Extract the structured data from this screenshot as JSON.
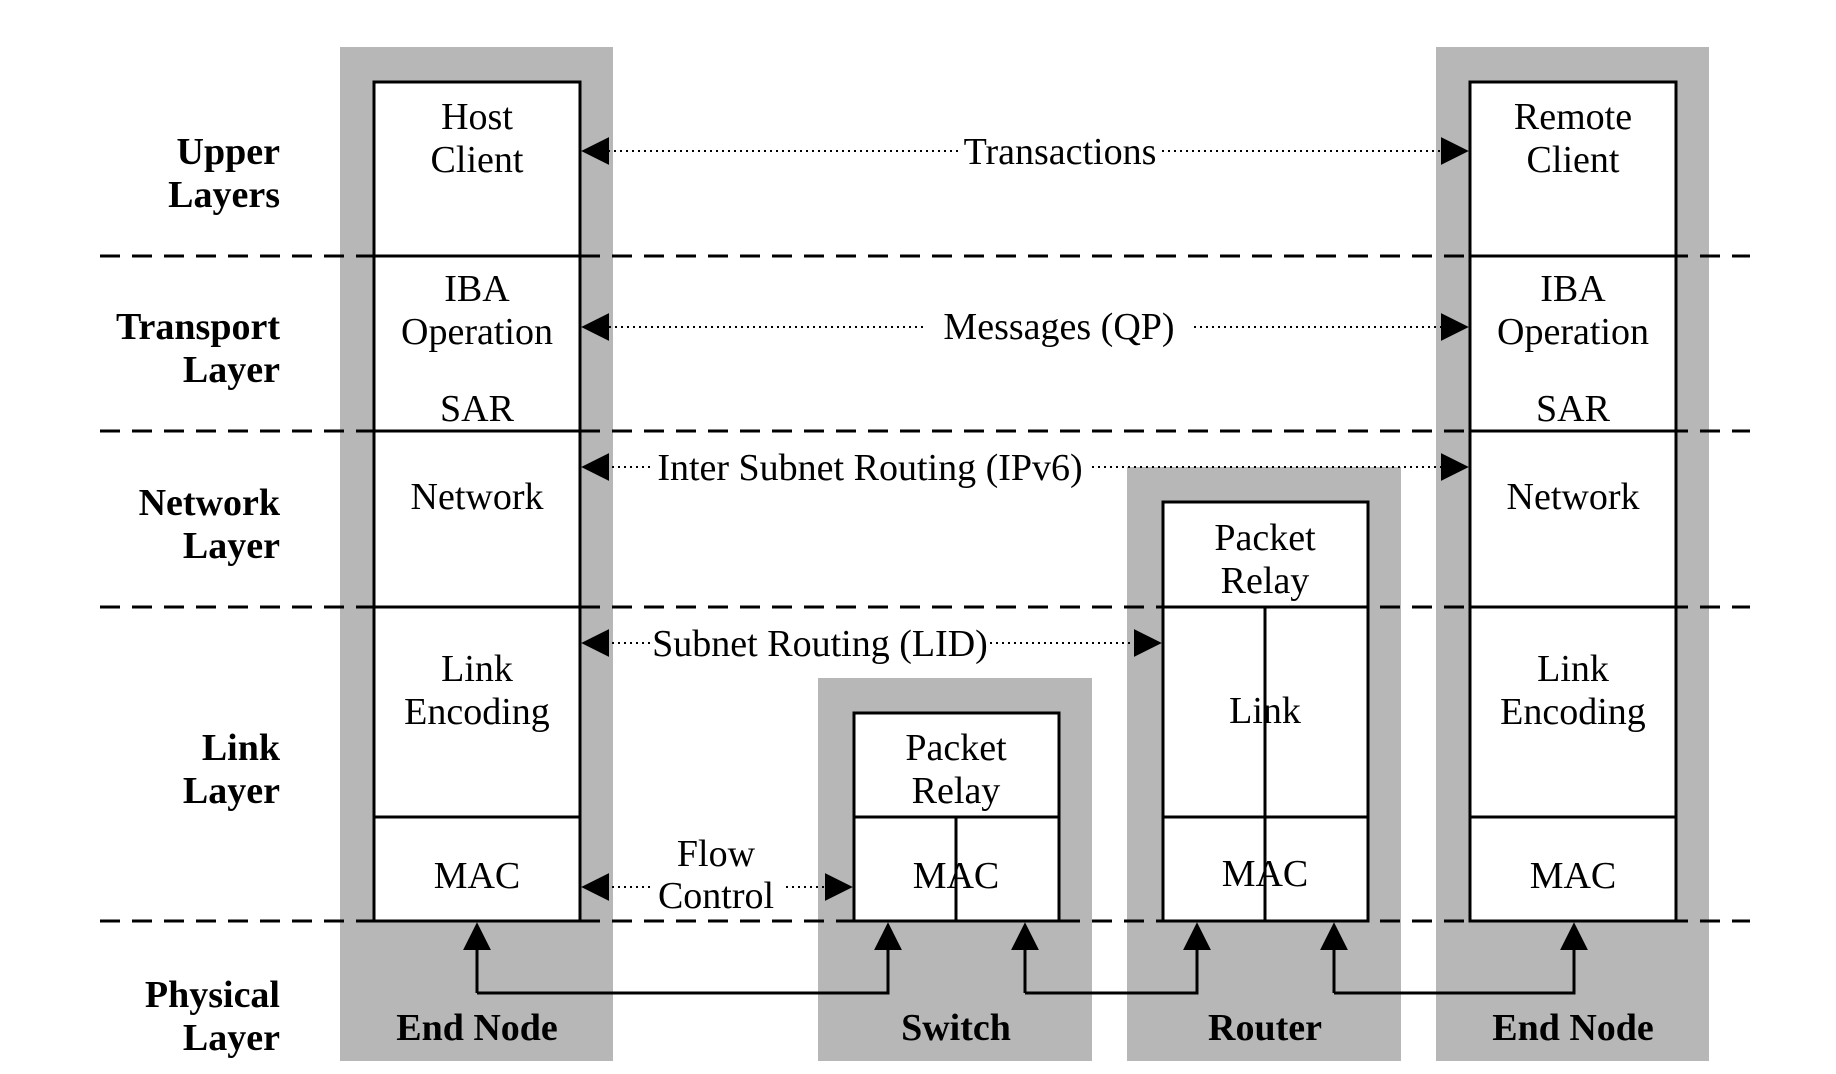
{
  "layers": {
    "upper": [
      "Upper",
      "Layers"
    ],
    "transport": [
      "Transport",
      "Layer"
    ],
    "network": [
      "Network",
      "Layer"
    ],
    "link": [
      "Link",
      "Layer"
    ],
    "physical": [
      "Physical",
      "Layer"
    ]
  },
  "nodes": {
    "end_node_left": {
      "label": "End Node",
      "client": [
        "Host",
        "Client"
      ],
      "iba": [
        "IBA",
        "Operation"
      ],
      "sar": "SAR",
      "network": "Network",
      "link_encoding": [
        "Link",
        "Encoding"
      ],
      "mac": "MAC"
    },
    "switch": {
      "label": "Switch",
      "packet_relay": [
        "Packet",
        "Relay"
      ],
      "mac": "MAC"
    },
    "router": {
      "label": "Router",
      "packet_relay": [
        "Packet",
        "Relay"
      ],
      "link": "Link",
      "mac": "MAC"
    },
    "end_node_right": {
      "label": "End Node",
      "client": [
        "Remote",
        "Client"
      ],
      "iba": [
        "IBA",
        "Operation"
      ],
      "sar": "SAR",
      "network": "Network",
      "link_encoding": [
        "Link",
        "Encoding"
      ],
      "mac": "MAC"
    }
  },
  "connections": {
    "transactions": "Transactions",
    "messages": "Messages (QP)",
    "inter_subnet": "Inter Subnet Routing (IPv6)",
    "subnet": "Subnet Routing (LID)",
    "flow_control": [
      "Flow",
      "Control"
    ]
  },
  "colors": {
    "shade": "#b7b7b7",
    "line": "#000000",
    "background": "#ffffff"
  }
}
